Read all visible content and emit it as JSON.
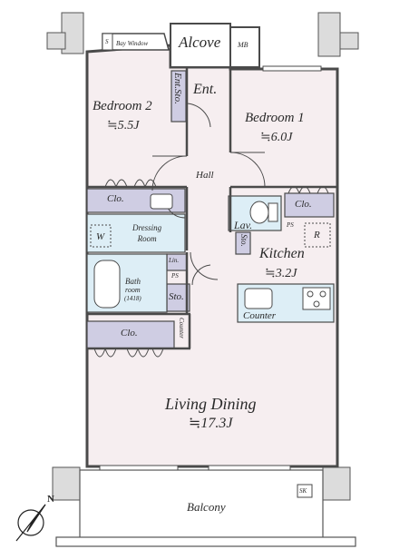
{
  "rooms": {
    "alcove": "Alcove",
    "mb": "MB",
    "bay_window": "Bay Window",
    "s_mark": "S",
    "bedroom2": {
      "name": "Bedroom 2",
      "area": "≒5.5J"
    },
    "ent_sto": "Ent.Sto.",
    "ent": "Ent.",
    "bedroom1": {
      "name": "Bedroom 1",
      "area": "≒6.0J"
    },
    "hall": "Hall",
    "clo_bed2": "Clo.",
    "dressing": "Dressing\nRoom",
    "w": "W",
    "clo_bed1": "Clo.",
    "lav": "Lav.",
    "ps1": "PS",
    "r": "R",
    "sto_kitchen": "Sto.",
    "kitchen": {
      "name": "Kitchen",
      "area": "≒3.2J"
    },
    "lin": "Lin.",
    "ps2": "PS",
    "bath": {
      "name": "Bath",
      "sub": "room",
      "size": "(1418)"
    },
    "sto_hall": "Sto.",
    "counter_kitchen": "Counter",
    "clo_living": "Clo.",
    "counter_small": "Counter",
    "living": {
      "name": "Living Dining",
      "area": "≒17.3J"
    },
    "balcony": "Balcony",
    "sk": "SK"
  },
  "colors": {
    "wall": "#4a4a4a",
    "room_fill": "#f6eef0",
    "storage_fill": "#cfcde3",
    "wet_fill": "#ddeef6",
    "balcony_fill": "#ffffff"
  },
  "north_label": "N"
}
